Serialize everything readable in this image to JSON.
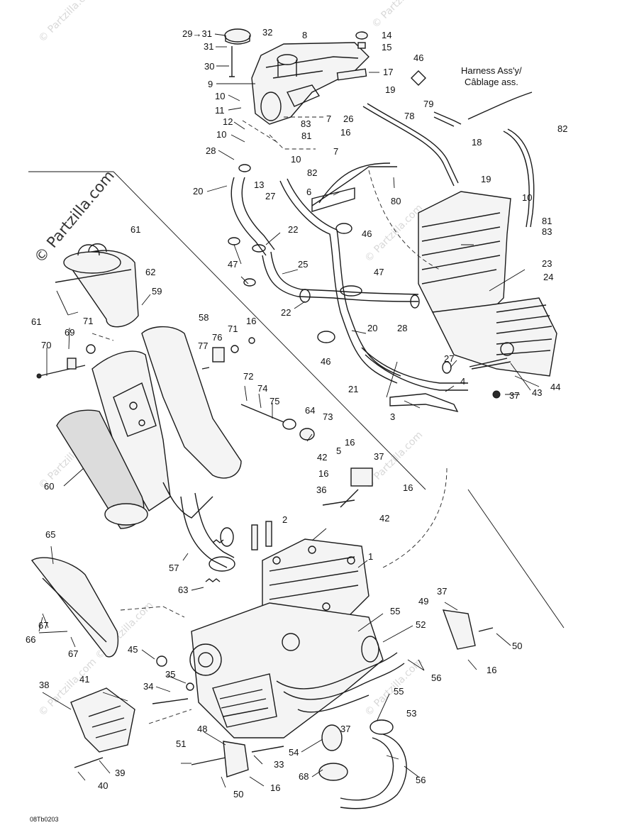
{
  "watermark": {
    "main": "© Partzilla.com",
    "faint": "© Partzilla.com"
  },
  "drawing_code": "08Tb0203",
  "harness_note": {
    "line1": "Harness Ass'y/",
    "line2": "Câblage ass."
  },
  "callouts": {
    "c29_31": "29→31",
    "c31": "31",
    "c32": "32",
    "c8": "8",
    "c14": "14",
    "c15": "15",
    "c30": "30",
    "c17": "17",
    "c9": "9",
    "c46a": "46",
    "c10a": "10",
    "c19a": "19",
    "c11": "11",
    "c79": "79",
    "c12": "12",
    "c7a": "7",
    "c26": "26",
    "c78": "78",
    "c83a": "83",
    "c81a": "81",
    "c16a": "16",
    "c82a": "82",
    "c10b": "10",
    "c18": "18",
    "c28a": "28",
    "c10c": "10",
    "c7b": "7",
    "c82b": "82",
    "c13": "13",
    "c27a": "27",
    "c19b": "19",
    "c20a": "20",
    "c6": "6",
    "c80": "80",
    "c10d": "10",
    "c81b": "81",
    "c83b": "83",
    "c22a": "22",
    "c46b": "46",
    "c61a": "61",
    "c47a": "47",
    "c25": "25",
    "c47b": "47",
    "c62": "62",
    "c23": "23",
    "c24": "24",
    "c59": "59",
    "c22b": "22",
    "c20b": "20",
    "c28b": "28",
    "c61b": "61",
    "c58": "58",
    "c71a": "71",
    "c16b": "16",
    "c76": "76",
    "c71b": "71",
    "c46c": "46",
    "c69": "69",
    "c70": "70",
    "c77": "77",
    "c44": "44",
    "c27b": "27",
    "c43": "43",
    "c21": "21",
    "c4": "4",
    "c37a": "37",
    "c72": "72",
    "c74": "74",
    "c75": "75",
    "c3": "3",
    "c64": "64",
    "c73": "73",
    "c16c": "16",
    "c5": "5",
    "c37b": "37",
    "c42a": "42",
    "c60": "60",
    "c16d": "16",
    "c16e": "16",
    "c36": "36",
    "c42b": "42",
    "c2": "2",
    "c65": "65",
    "c1": "1",
    "c57": "57",
    "c63": "63",
    "c37c": "37",
    "c49": "49",
    "c55a": "55",
    "c52": "52",
    "c67a": "67",
    "c66": "66",
    "c67b": "67",
    "c50a": "50",
    "c45": "45",
    "c35": "35",
    "c56a": "56",
    "c16f": "16",
    "c38": "38",
    "c41": "41",
    "c34": "34",
    "c55b": "55",
    "c37d": "37",
    "c53": "53",
    "c48": "48",
    "c54": "54",
    "c51": "51",
    "c33": "33",
    "c39": "39",
    "c68": "68",
    "c56b": "56",
    "c40": "40",
    "c16g": "16",
    "c50b": "50"
  }
}
